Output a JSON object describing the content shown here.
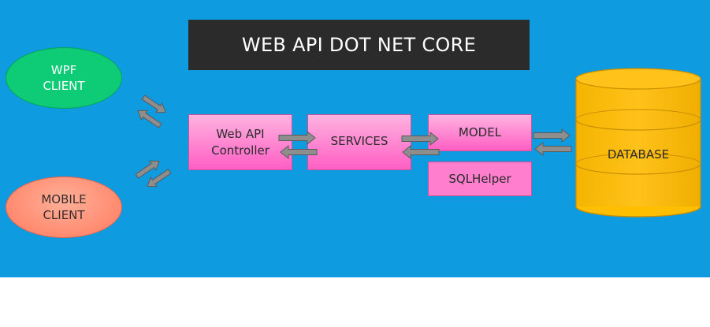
{
  "title": "WEB API DOT NET CORE",
  "clients": {
    "wpf": [
      "WPF",
      "CLIENT"
    ],
    "mobile": [
      "MOBILE",
      "CLIENT"
    ]
  },
  "components": {
    "controller": [
      "Web API",
      "Controller"
    ],
    "services": "SERVICES",
    "model": "MODEL",
    "sqlhelper": "SQLHelper",
    "database": "DATABASE"
  },
  "colors": {
    "background": "#0f9be0",
    "title_bar": "#2b2b2b",
    "box": "#ff7fce",
    "wpf_client": "#0ecb76",
    "mobile_client": "#ff8a6e",
    "database": "#ffbf00",
    "arrow": "#8c8c8c"
  }
}
